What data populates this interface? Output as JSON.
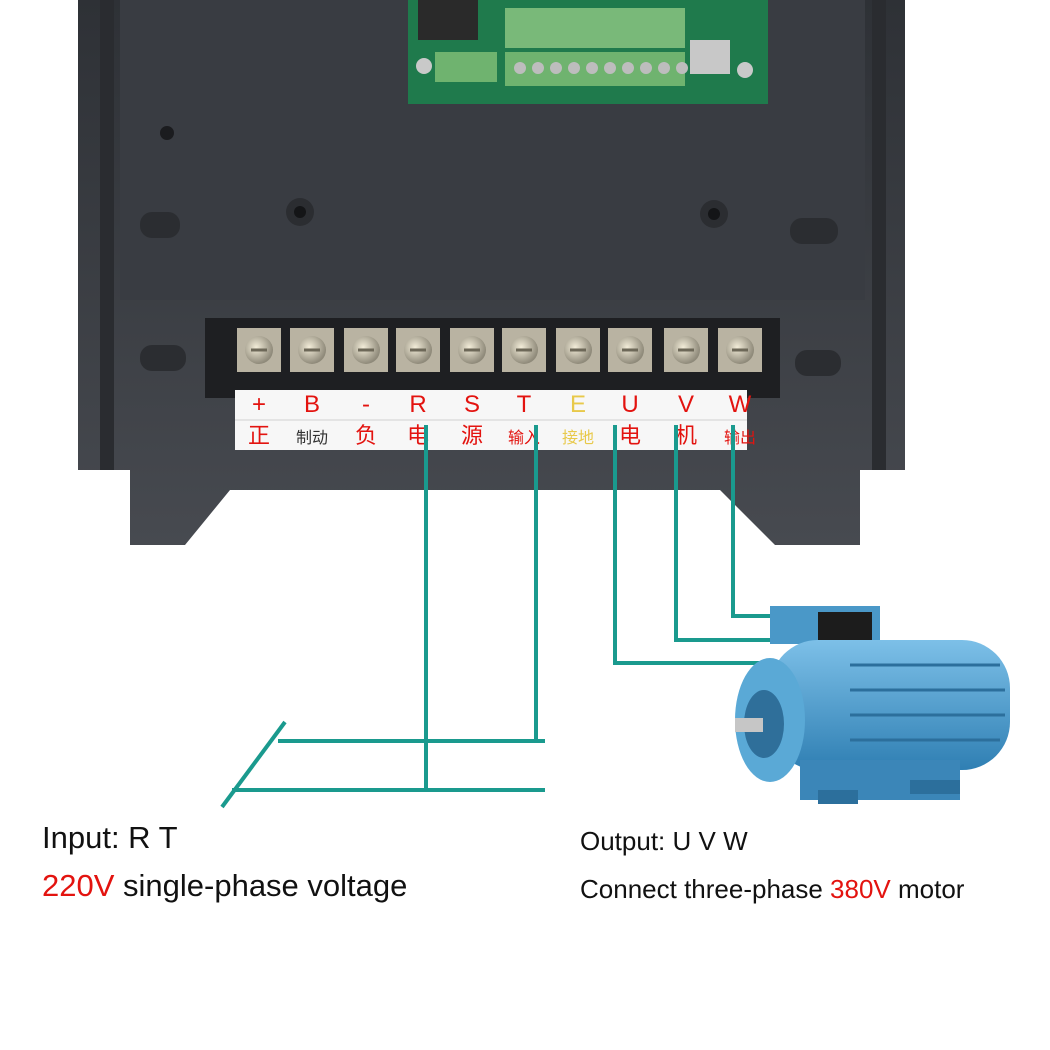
{
  "terminals": [
    {
      "top": "+",
      "bottom": "正"
    },
    {
      "top": "B",
      "bottom": "制动"
    },
    {
      "top": "-",
      "bottom": "负"
    },
    {
      "top": "R",
      "bottom": "电"
    },
    {
      "top": "S",
      "bottom": "源"
    },
    {
      "top": "T",
      "bottom": "输入"
    },
    {
      "top": "E",
      "bottom": "接地"
    },
    {
      "top": "U",
      "bottom": "电"
    },
    {
      "top": "V",
      "bottom": "机"
    },
    {
      "top": "W",
      "bottom": "输出"
    }
  ],
  "input": {
    "title": "Input: R T",
    "voltage": "220V",
    "desc_rest": " single-phase voltage"
  },
  "output": {
    "title": "Output: U V W",
    "desc_pre": "Connect three-phase ",
    "voltage": "380V",
    "desc_post": " motor"
  },
  "colors": {
    "housing": "#3f4248",
    "wire": "#1a9a8e",
    "motor": "#4f9fd0",
    "accent_red": "#e3130f"
  }
}
